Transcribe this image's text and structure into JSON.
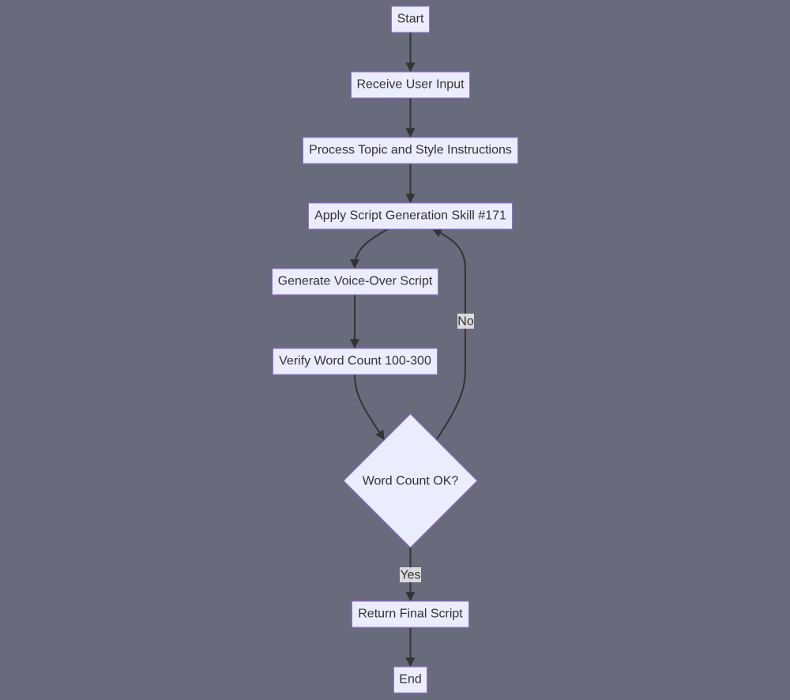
{
  "flowchart": {
    "nodes": {
      "start": "Start",
      "receive_input": "Receive User Input",
      "process_topic": "Process Topic and Style Instructions",
      "apply_skill": "Apply Script Generation Skill #171",
      "generate_script": "Generate Voice-Over Script",
      "verify_count": "Verify Word Count 100-300",
      "decision": "Word Count OK?",
      "return_script": "Return Final Script",
      "end": "End"
    },
    "edge_labels": {
      "no": "No",
      "yes": "Yes"
    }
  },
  "colors": {
    "background": "#696a7c",
    "node_fill": "#ececff",
    "node_border": "#9370db",
    "edge": "#333333",
    "text": "#333333",
    "label_background": "#e8e8e8"
  }
}
